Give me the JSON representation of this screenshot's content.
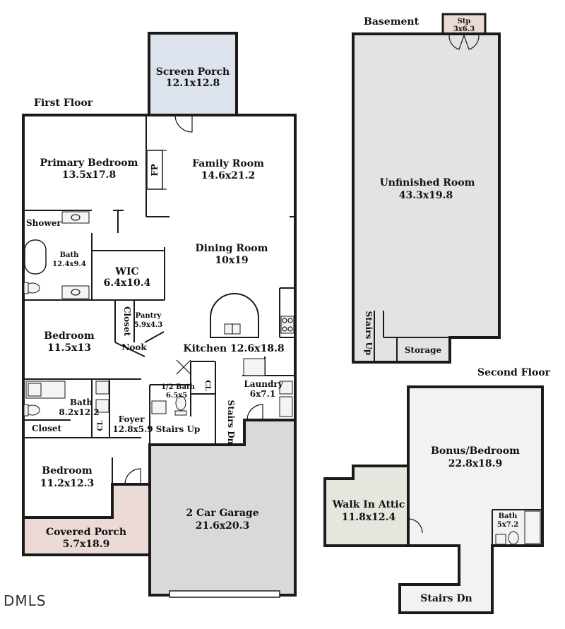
{
  "colors": {
    "floor": "#f2f2f2",
    "screen_porch": "#dde3ec",
    "covered_porch": "#ecdad7",
    "garage": "#d9d9d9",
    "basement": "#e3e3e3",
    "attic": "#e6e6de",
    "stp": "#ecdad7",
    "walls": "#1a1a1a"
  },
  "floors": {
    "first": "First Floor",
    "basement": "Basement",
    "second": "Second Floor"
  },
  "rooms": {
    "screen_porch": {
      "name": "Screen Porch",
      "dims": "12.1x12.8"
    },
    "primary_bedroom": {
      "name": "Primary Bedroom",
      "dims": "13.5x17.8"
    },
    "family_room": {
      "name": "Family Room",
      "dims": "14.6x21.2"
    },
    "fireplace": {
      "name": "FP"
    },
    "shower": {
      "name": "Shower"
    },
    "primary_bath": {
      "name": "Bath",
      "dims": "12.4x9.4"
    },
    "wic": {
      "name": "WIC",
      "dims": "6.4x10.4"
    },
    "dining_room": {
      "name": "Dining Room",
      "dims": "10x19"
    },
    "closet_vertical": {
      "name": "Closet"
    },
    "pantry": {
      "name": "Pantry",
      "dims": "5.9x4.3"
    },
    "bedroom_2": {
      "name": "Bedroom",
      "dims": "11.5x13"
    },
    "nook": {
      "name": "Nook"
    },
    "kitchen": {
      "name": "Kitchen 12.6x18.8"
    },
    "half_bath": {
      "name": "1/2 Bath",
      "dims": "6.5x5"
    },
    "cl_half_bath": {
      "name": "CL"
    },
    "laundry": {
      "name": "Laundry",
      "dims": "6x7.1"
    },
    "bath_2": {
      "name": "Bath",
      "dims": "8.2x12.2"
    },
    "cl_bath": {
      "name": "CL"
    },
    "closet": {
      "name": "Closet"
    },
    "foyer": {
      "name": "Foyer",
      "dims": "12.8x5.9"
    },
    "stairs_up_first": {
      "name": "Stairs Up"
    },
    "stairs_dn_first": {
      "name": "Stairs Dn"
    },
    "bedroom_3": {
      "name": "Bedroom",
      "dims": "11.2x12.3"
    },
    "garage": {
      "name": "2 Car Garage",
      "dims": "21.6x20.3"
    },
    "covered_porch": {
      "name": "Covered Porch",
      "dims": "5.7x18.9"
    },
    "stp": {
      "name": "Stp",
      "dims": "3x6.3"
    },
    "unfinished_room": {
      "name": "Unfinished Room",
      "dims": "43.3x19.8"
    },
    "stairs_up_basement": {
      "name": "Stairs Up"
    },
    "storage": {
      "name": "Storage"
    },
    "bonus_bedroom": {
      "name": "Bonus/Bedroom",
      "dims": "22.8x18.9"
    },
    "walk_in_attic": {
      "name": "Walk In Attic",
      "dims": "11.8x12.4"
    },
    "bath_second": {
      "name": "Bath",
      "dims": "5x7.2"
    },
    "stairs_dn_second": {
      "name": "Stairs Dn"
    }
  },
  "logo": "DMLS"
}
